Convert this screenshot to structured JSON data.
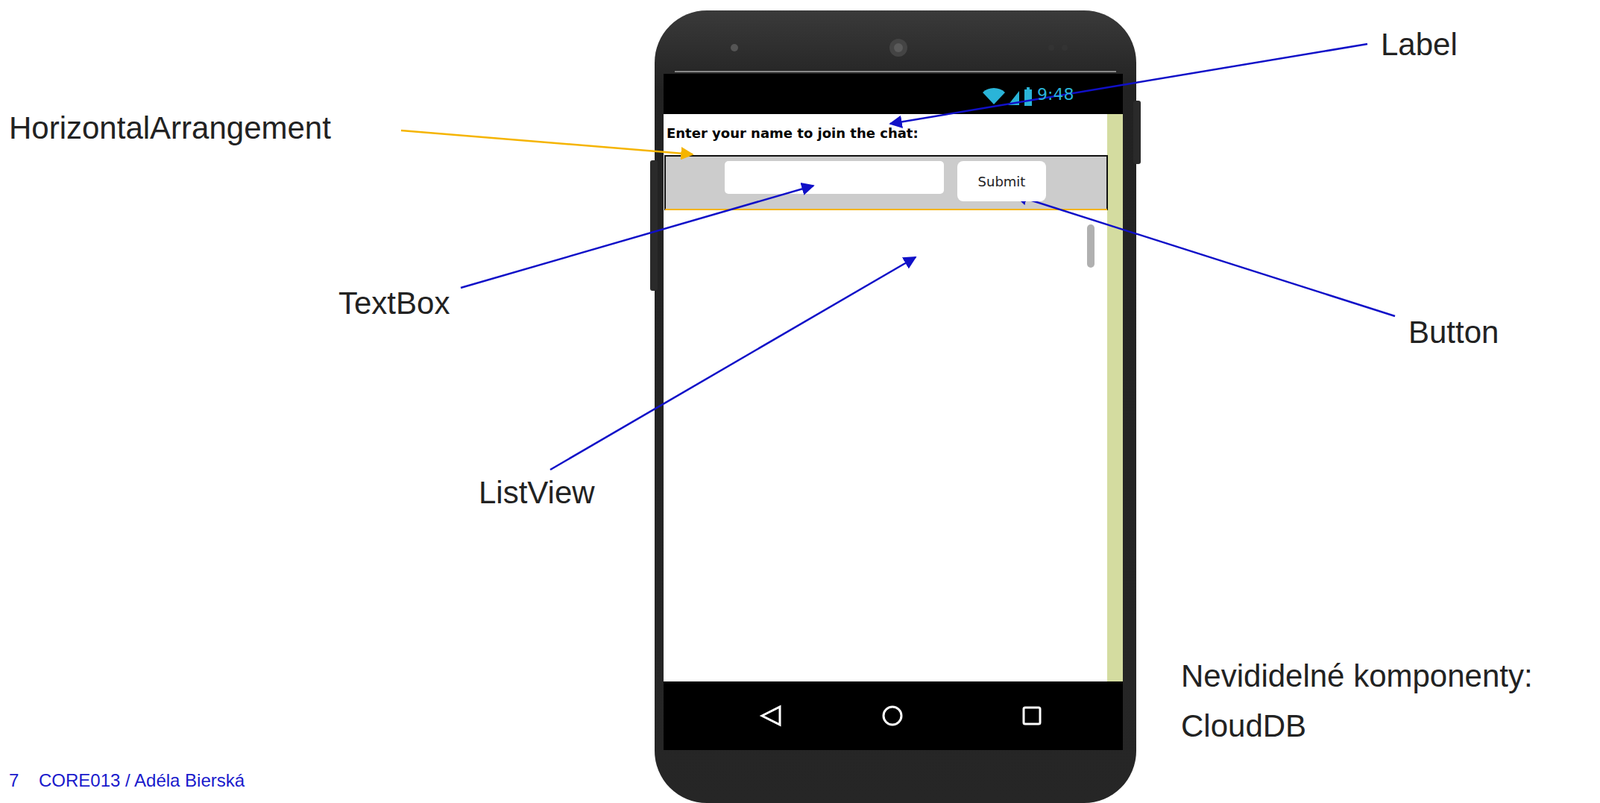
{
  "diagram": {
    "nodes": [
      {
        "text": [
          "Submit"
        ]
      }
    ],
    "labels": [
      "Label",
      "HorizontalArrangement",
      "TextBox",
      "ListView",
      "Button",
      "Nevididelné komponenty:",
      "CloudDB",
      "Enter your name to join the chat:",
      "9:48",
      "7",
      "CORE013 / Adéla Bierská"
    ]
  }
}
